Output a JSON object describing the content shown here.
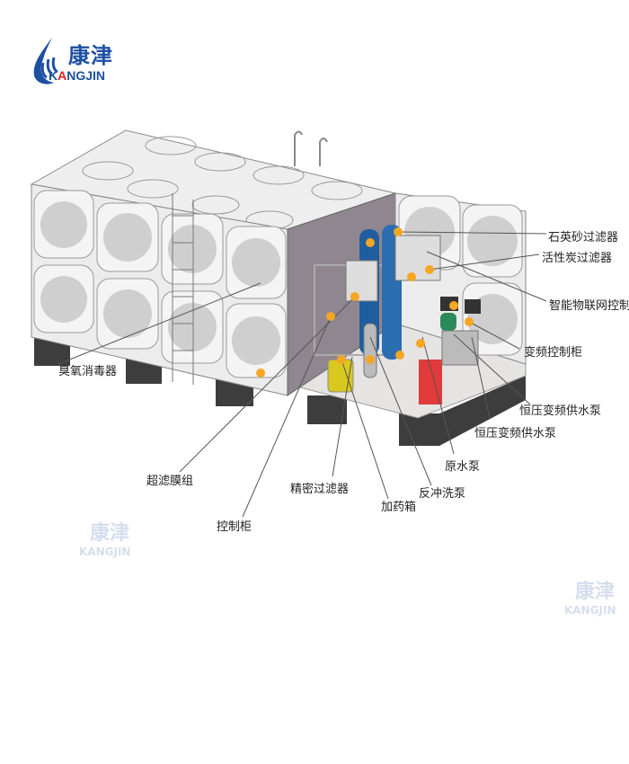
{
  "logo": {
    "cn": "康津",
    "en_prefix": "K",
    "en_accent": "A",
    "en_suffix": "NGJIN",
    "brand_color": "#1d4fa3",
    "accent_color": "#e02020"
  },
  "watermarks": [
    {
      "cn": "康津",
      "en": "KANGJIN"
    },
    {
      "cn": "康津",
      "en": "KANGJIN"
    }
  ],
  "labels": {
    "quartz_sand_filter": "石英砂过滤器",
    "activated_carbon_filter": "活性炭过滤器",
    "iot_control": "智能物联网控制",
    "vfd_cabinet": "变频控制柜",
    "const_pressure_pump_1": "恒压变频供水泵",
    "const_pressure_pump_2": "恒压变频供水泵",
    "raw_water_pump": "原水泵",
    "backwash_pump": "反冲洗泵",
    "dosing_tank": "加药箱",
    "precision_filter": "精密过滤器",
    "uf_membrane": "超滤膜组",
    "control_cabinet": "控制柜",
    "ozone_disinfector": "臭氧消毒器"
  },
  "colors": {
    "marker": "#f5a623",
    "tank_panel": "#e8e8e8",
    "filter_blue": "#1f5d9e",
    "fire_box": "#e03a3a",
    "dosing_yellow": "#d9c81e",
    "base": "#3a3a3a"
  }
}
